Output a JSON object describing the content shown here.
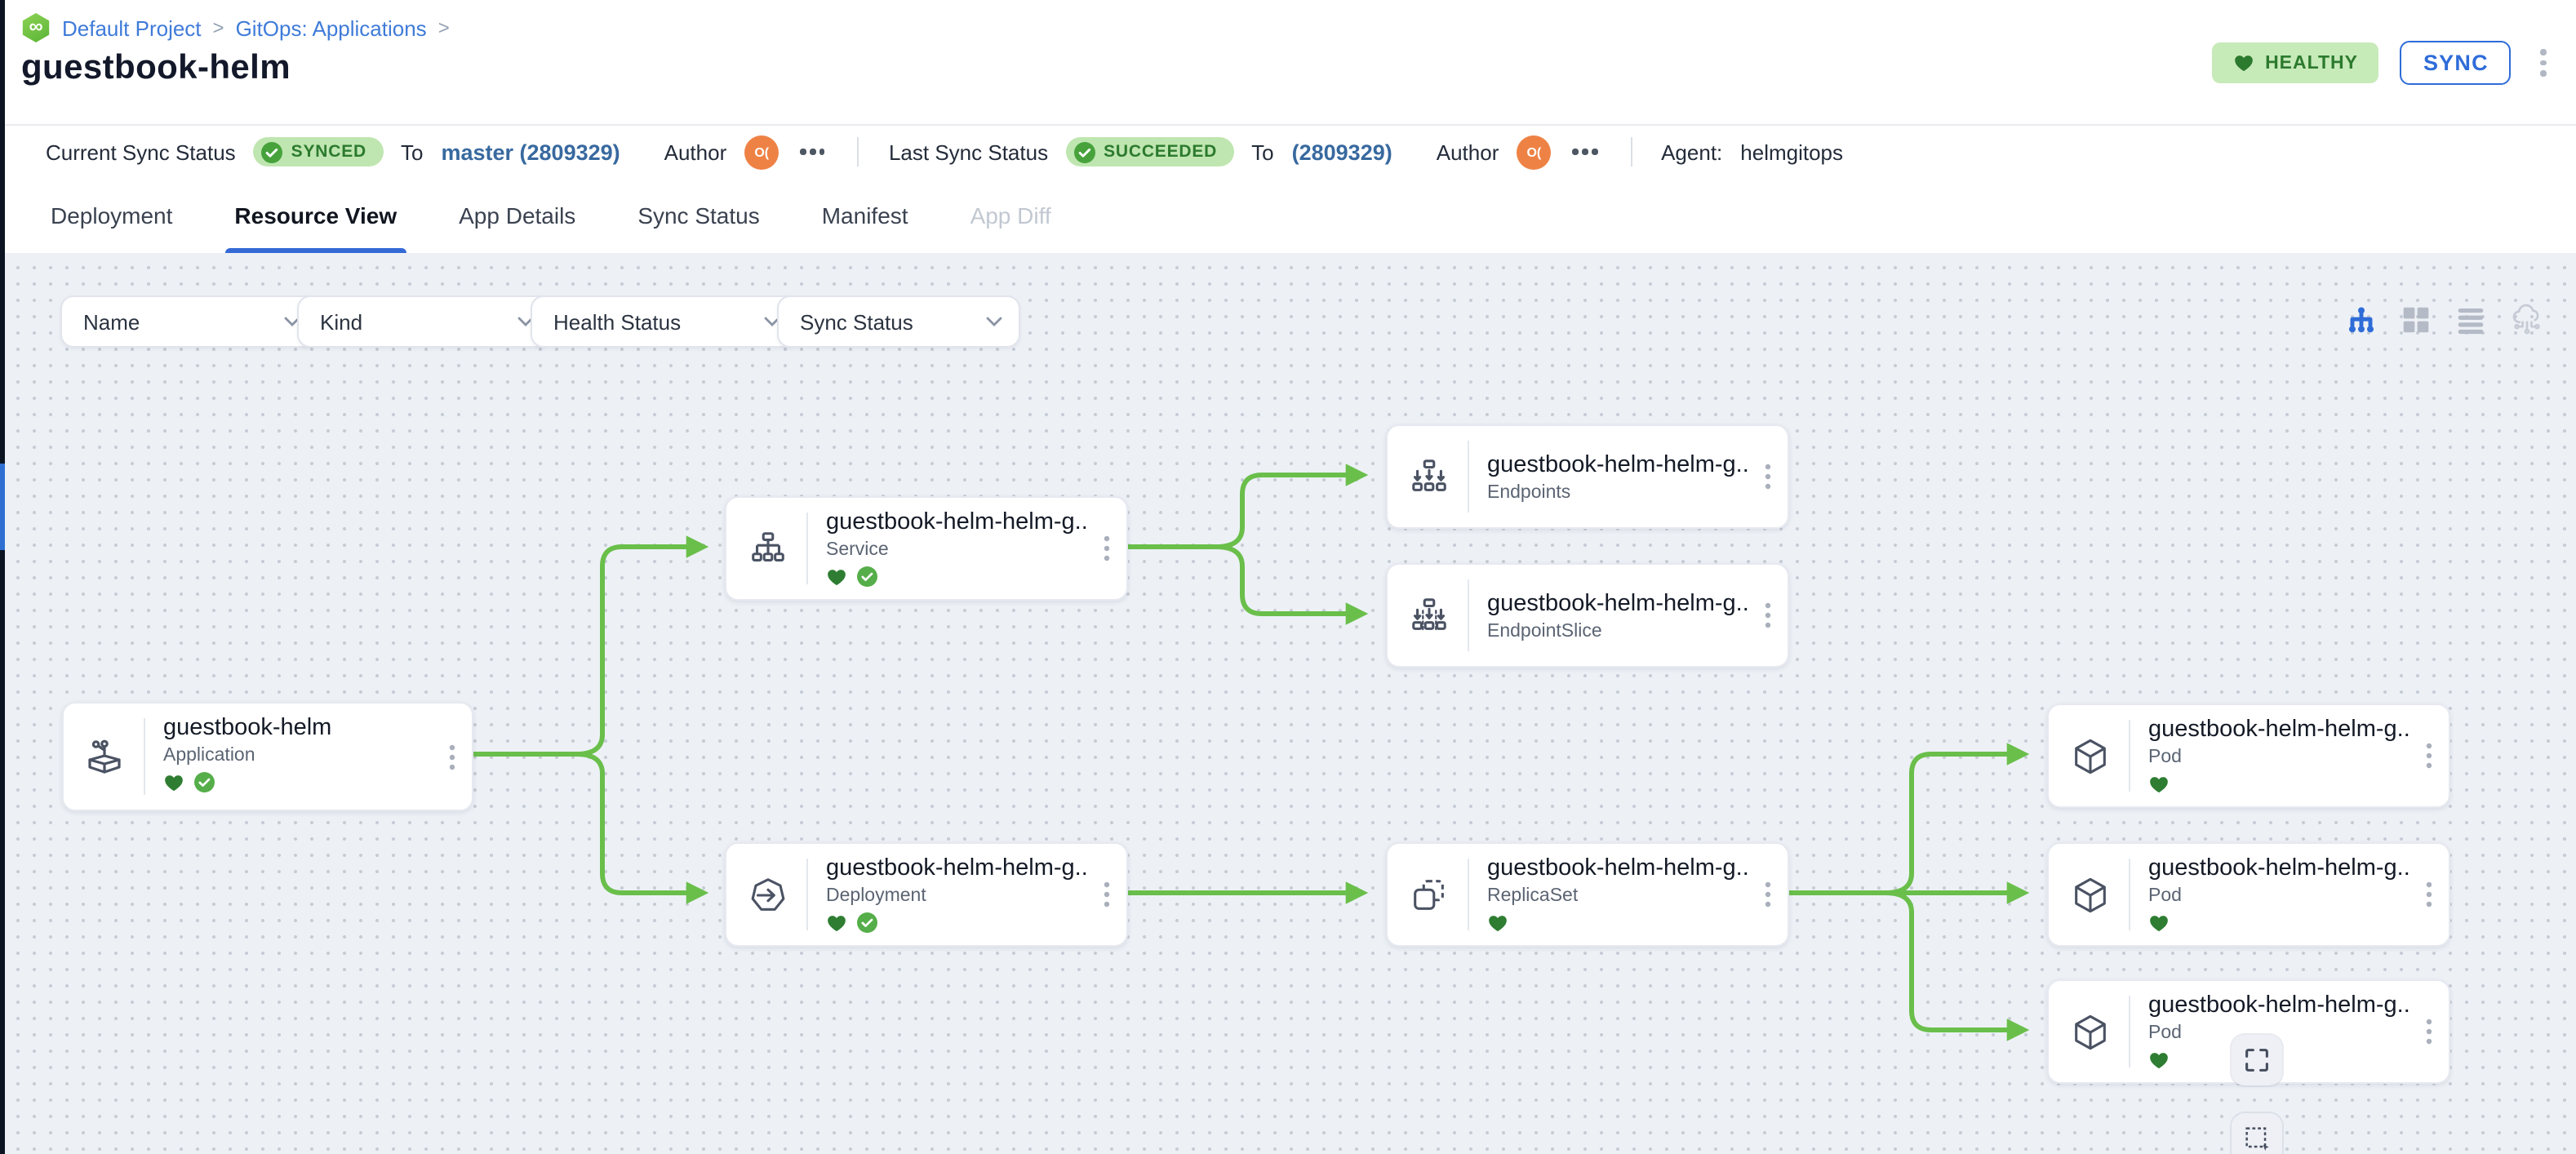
{
  "breadcrumb": {
    "logo_glyph": "∞",
    "project": "Default Project",
    "section": "GitOps: Applications",
    "separator": ">"
  },
  "header": {
    "title": "guestbook-helm",
    "health_badge": "HEALTHY",
    "sync_button": "SYNC"
  },
  "status_bar": {
    "current": {
      "label": "Current Sync Status",
      "badge": "SYNCED",
      "to_label": "To",
      "revision": "master (2809329)",
      "author_label": "Author",
      "author_initials": "O("
    },
    "last": {
      "label": "Last Sync Status",
      "badge": "SUCCEEDED",
      "to_label": "To",
      "revision": "(2809329)",
      "author_label": "Author",
      "author_initials": "O("
    },
    "agent_label": "Agent:",
    "agent_value": "helmgitops"
  },
  "tabs": [
    {
      "label": "Deployment",
      "state": "normal"
    },
    {
      "label": "Resource View",
      "state": "active"
    },
    {
      "label": "App Details",
      "state": "normal"
    },
    {
      "label": "Sync Status",
      "state": "normal"
    },
    {
      "label": "Manifest",
      "state": "normal"
    },
    {
      "label": "App Diff",
      "state": "disabled"
    }
  ],
  "filters": [
    {
      "label": "Name"
    },
    {
      "label": "Kind"
    },
    {
      "label": "Health Status"
    },
    {
      "label": "Sync Status"
    }
  ],
  "view_toggles": [
    "tree-view",
    "grid-view",
    "list-view",
    "cloud-view"
  ],
  "graph": {
    "nodes": [
      {
        "name": "guestbook-helm",
        "kind": "Application",
        "health": "healthy",
        "sync": "synced"
      },
      {
        "name": "guestbook-helm-helm-g...",
        "kind": "Service",
        "health": "healthy",
        "sync": "synced"
      },
      {
        "name": "guestbook-helm-helm-g...",
        "kind": "Endpoints"
      },
      {
        "name": "guestbook-helm-helm-g...",
        "kind": "EndpointSlice"
      },
      {
        "name": "guestbook-helm-helm-g...",
        "kind": "Deployment",
        "health": "healthy",
        "sync": "synced"
      },
      {
        "name": "guestbook-helm-helm-g...",
        "kind": "ReplicaSet",
        "health": "healthy"
      },
      {
        "name": "guestbook-helm-helm-g...",
        "kind": "Pod",
        "health": "healthy"
      },
      {
        "name": "guestbook-helm-helm-g...",
        "kind": "Pod",
        "health": "healthy"
      },
      {
        "name": "guestbook-helm-helm-g...",
        "kind": "Pod",
        "health": "healthy"
      }
    ],
    "edges": [
      "application->service",
      "application->deployment",
      "service->endpoints",
      "service->endpointslice",
      "deployment->replicaset",
      "replicaset->pod-1",
      "replicaset->pod-2",
      "replicaset->pod-3"
    ]
  },
  "colors": {
    "accent_blue": "#2f6cd8",
    "edge_green": "#6abf4b",
    "health_green": "#2e7d32",
    "sync_check_green": "#55ae49",
    "badge_bg_green": "#bfe6b0",
    "health_badge_bg": "#c7eab9",
    "avatar_orange": "#ee8245",
    "canvas_bg": "#edf1f6"
  }
}
